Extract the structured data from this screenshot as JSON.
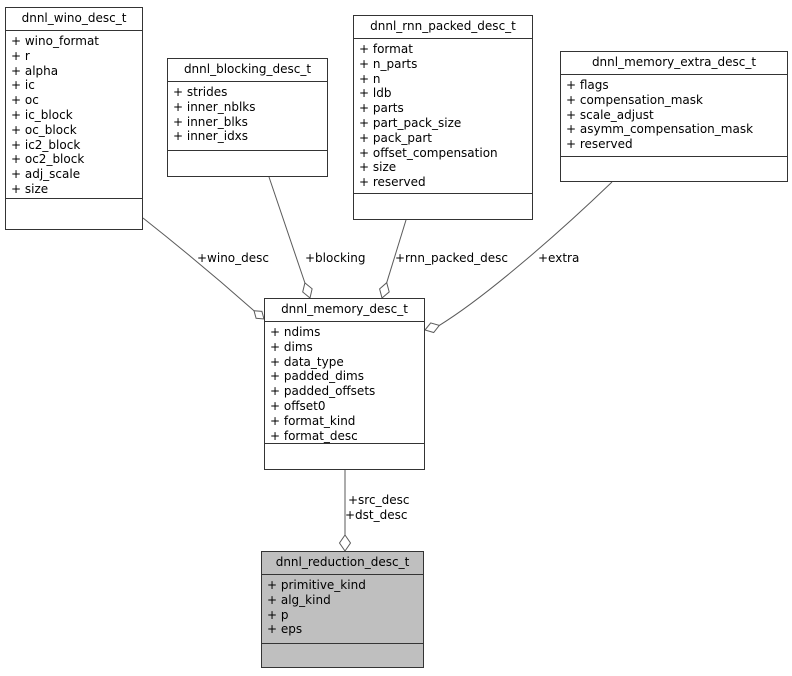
{
  "diagram": {
    "type": "uml-collaboration-diagram",
    "colors": {
      "bg": "#ffffff",
      "node_fill": "#ffffff",
      "highlight_fill": "#bfbfbf",
      "border": "#343434",
      "edge_stroke": "#5a5a5a",
      "text": "#000000"
    },
    "nodes": {
      "wino": {
        "title": "dnnl_wino_desc_t",
        "fields": [
          "+ wino_format",
          "+ r",
          "+ alpha",
          "+ ic",
          "+ oc",
          "+ ic_block",
          "+ oc_block",
          "+ ic2_block",
          "+ oc2_block",
          "+ adj_scale",
          "+ size"
        ]
      },
      "blocking": {
        "title": "dnnl_blocking_desc_t",
        "fields": [
          "+ strides",
          "+ inner_nblks",
          "+ inner_blks",
          "+ inner_idxs"
        ]
      },
      "rnn": {
        "title": "dnnl_rnn_packed_desc_t",
        "fields": [
          "+ format",
          "+ n_parts",
          "+ n",
          "+ ldb",
          "+ parts",
          "+ part_pack_size",
          "+ pack_part",
          "+ offset_compensation",
          "+ size",
          "+ reserved"
        ]
      },
      "extra": {
        "title": "dnnl_memory_extra_desc_t",
        "fields": [
          "+ flags",
          "+ compensation_mask",
          "+ scale_adjust",
          "+ asymm_compensation_mask",
          "+ reserved"
        ]
      },
      "memory": {
        "title": "dnnl_memory_desc_t",
        "fields": [
          "+ ndims",
          "+ dims",
          "+ data_type",
          "+ padded_dims",
          "+ padded_offsets",
          "+ offset0",
          "+ format_kind",
          "+ format_desc"
        ]
      },
      "reduction": {
        "title": "dnnl_reduction_desc_t",
        "fields": [
          "+ primitive_kind",
          "+ alg_kind",
          "+ p",
          "+ eps"
        ]
      }
    },
    "edges": {
      "wino": {
        "label": "+wino_desc"
      },
      "blocking": {
        "label": "+blocking"
      },
      "rnn": {
        "label": "+rnn_packed_desc"
      },
      "extra": {
        "label": "+extra"
      },
      "src_dst": {
        "labels": [
          "+src_desc",
          "+dst_desc"
        ]
      }
    }
  }
}
